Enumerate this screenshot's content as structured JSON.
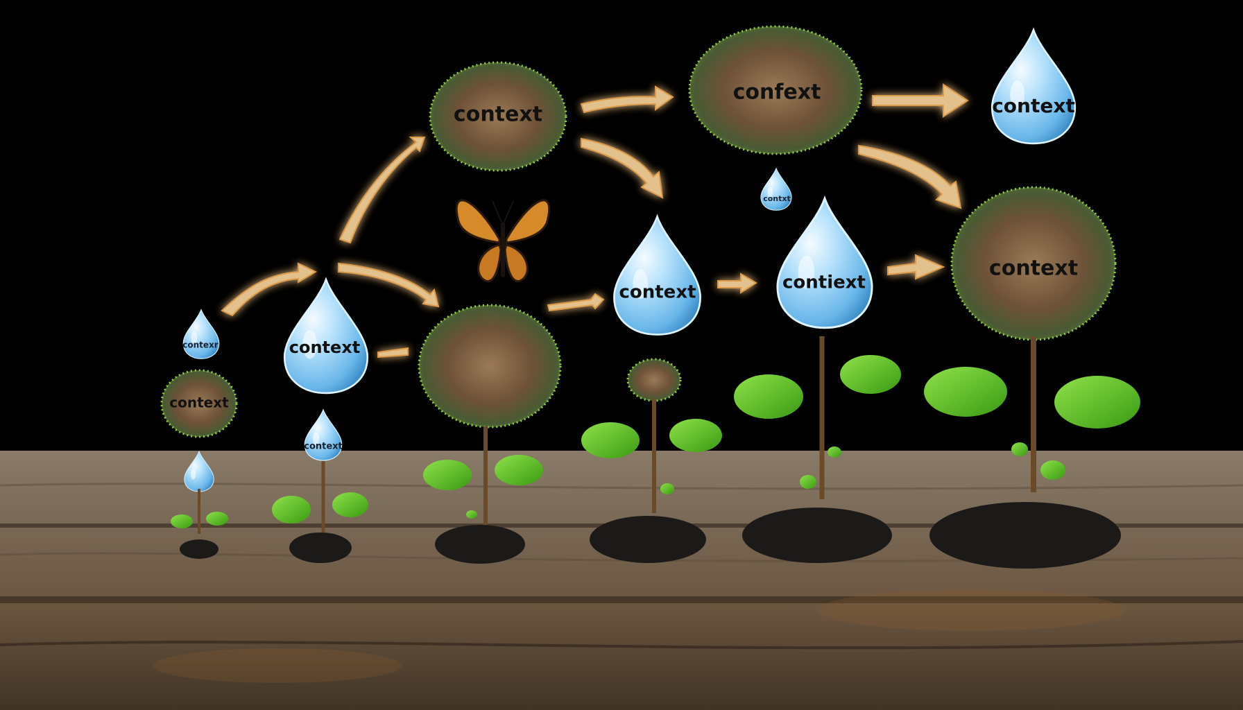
{
  "labels": {
    "cloud_top_left": "context",
    "cloud_top_center": "confext",
    "drop_top_right": "context",
    "drop_tiny_top": "contxt",
    "drop_stage1_top": "contexr",
    "cloud_stage1": "context",
    "drop_stage2_large": "context",
    "drop_stage2_small": "context",
    "drop_stage4": "context",
    "drop_stage5": "contiext",
    "cloud_stage6": "context"
  },
  "colors": {
    "background": "#000000",
    "wood": "#7a6a57",
    "drop": "#8fd0f5",
    "leaf": "#5fc81e",
    "arrow": "#f6d29a",
    "soil": "#1c1a18"
  }
}
